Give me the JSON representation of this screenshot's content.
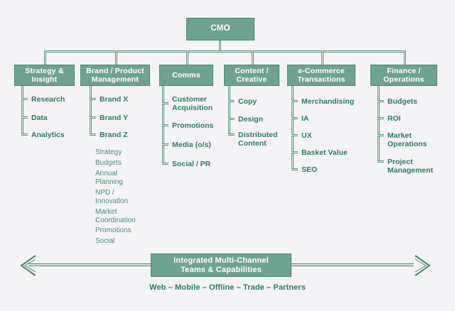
{
  "diagram": {
    "title_box": {
      "label": "CMO"
    },
    "departments": [
      {
        "name": "Strategy & Insight",
        "label": "Strategy &\nInsight",
        "items": [
          "Research",
          "Data",
          "Analytics"
        ],
        "notes": []
      },
      {
        "name": "Brand / Product Management",
        "label": "Brand / Product\nManagement",
        "items": [
          "Brand X",
          "Brand Y",
          "Brand Z"
        ],
        "notes": [
          "Strategy",
          "Budgets",
          "Annual\nPlanning",
          "NPD /\nInnovation",
          "Market\nCoordination",
          "Promotions",
          "Social"
        ]
      },
      {
        "name": "Comms",
        "label": "Comms",
        "items": [
          "Customer\nAcquisition",
          "Promotions",
          "Media (o/s)",
          "Social / PR"
        ],
        "notes": []
      },
      {
        "name": "Content / Creative",
        "label": "Content /\nCreative",
        "items": [
          "Copy",
          "Design",
          "Distributed\nContent"
        ],
        "notes": []
      },
      {
        "name": "e-Commerce Transactions",
        "label": "e-Commerce\nTransactions",
        "items": [
          "Merchandising",
          "IA",
          "UX",
          "Basket Value",
          "SEO"
        ],
        "notes": []
      },
      {
        "name": "Finance / Operations",
        "label": "Finance /\nOperations",
        "items": [
          "Budgets",
          "ROI",
          "Market\nOperations",
          "Project\nManagement"
        ],
        "notes": []
      }
    ],
    "footer": {
      "banner_label": "Integrated Multi-Channel\nTeams & Capabilities",
      "caption": "Web – Mobile – Offline – Trade – Partners"
    },
    "colors": {
      "box_fill": "#6fa391",
      "box_border": "#4d8472",
      "line": "#5b9483",
      "text_on_box": "#ffffff",
      "item_text": "#2f7a63",
      "note_text": "#4e8a78",
      "background": "#f4f4f6"
    }
  }
}
